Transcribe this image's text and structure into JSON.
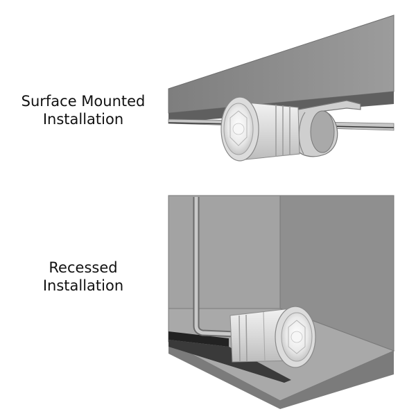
{
  "surface": {
    "label_line1": "Surface Mounted",
    "label_line2": "Installation"
  },
  "recessed": {
    "label_line1": "Recessed",
    "label_line2": "Installation"
  },
  "colors": {
    "panel_dark": "#7a7a7a",
    "panel_mid": "#9b9b9b",
    "panel_light": "#b8b8b8",
    "fixture_light": "#e6e6e6",
    "outline": "#6a6a6a"
  },
  "icons": [
    "surface-mount-illustration",
    "recessed-mount-illustration"
  ]
}
